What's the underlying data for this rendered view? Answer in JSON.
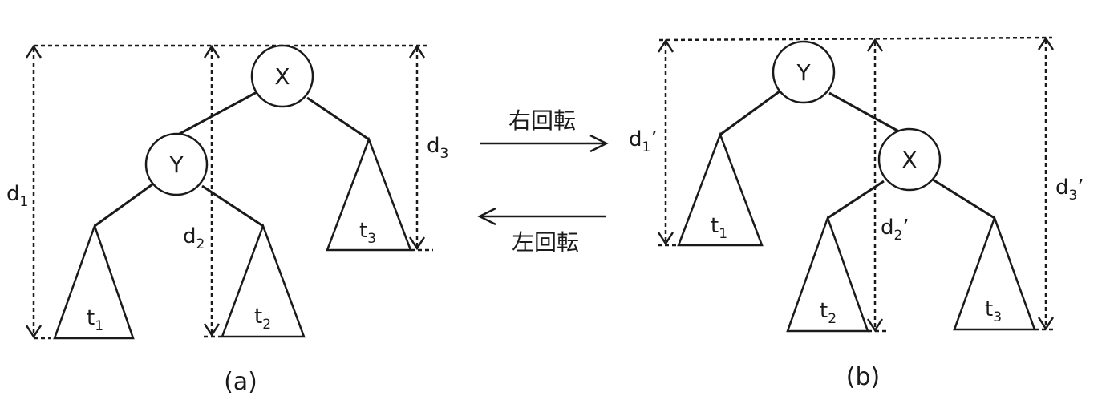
{
  "panels": [
    {
      "id": "a",
      "caption": "(a)",
      "root_node": "X",
      "child_node": "Y",
      "subtrees": [
        {
          "name": "t",
          "sub": "1"
        },
        {
          "name": "t",
          "sub": "2"
        },
        {
          "name": "t",
          "sub": "3"
        }
      ],
      "depths": [
        {
          "name": "d",
          "sub": "1",
          "prime": ""
        },
        {
          "name": "d",
          "sub": "2",
          "prime": ""
        },
        {
          "name": "d",
          "sub": "3",
          "prime": ""
        }
      ]
    },
    {
      "id": "b",
      "caption": "(b)",
      "root_node": "Y",
      "child_node": "X",
      "subtrees": [
        {
          "name": "t",
          "sub": "1"
        },
        {
          "name": "t",
          "sub": "2"
        },
        {
          "name": "t",
          "sub": "3"
        }
      ],
      "depths": [
        {
          "name": "d",
          "sub": "1",
          "prime": "’"
        },
        {
          "name": "d",
          "sub": "2",
          "prime": "’"
        },
        {
          "name": "d",
          "sub": "3",
          "prime": "’"
        }
      ]
    }
  ],
  "rotations": {
    "right": "右回転",
    "left": "左回転"
  },
  "colors": {
    "ink": "#1a1a1a",
    "background": "#ffffff"
  }
}
